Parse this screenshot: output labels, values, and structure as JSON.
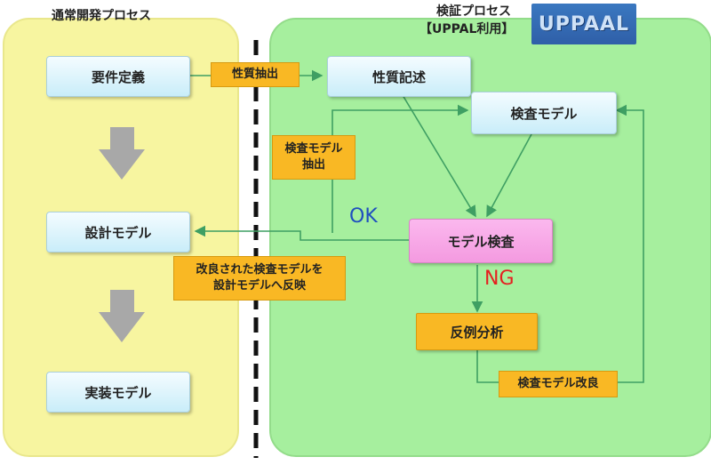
{
  "left_panel": {
    "title": "通常開発プロセス"
  },
  "right_panel": {
    "title_line1": "検証プロセス",
    "title_line2": "【UPPAL利用】"
  },
  "logo": {
    "text": "UPPAAL"
  },
  "boxes": {
    "requirements": "要件定義",
    "design_model": "設計モデル",
    "implementation_model": "実装モデル",
    "property_description": "性質記述",
    "inspection_model": "検査モデル",
    "model_checking": "モデル検査",
    "counterexample_analysis": "反例分析"
  },
  "labels": {
    "property_extraction": "性質抽出",
    "inspection_model_extraction_1": "検査モデル",
    "inspection_model_extraction_2": "抽出",
    "reflect_1": "改良された検査モデルを",
    "reflect_2": "設計モデルへ反映",
    "inspection_model_improvement": "検査モデル改良"
  },
  "results": {
    "ok": "OK",
    "ng": "NG"
  },
  "colors": {
    "ok": "#1f4fbf",
    "ng": "#e52020",
    "arrow": "#3f9f63"
  }
}
